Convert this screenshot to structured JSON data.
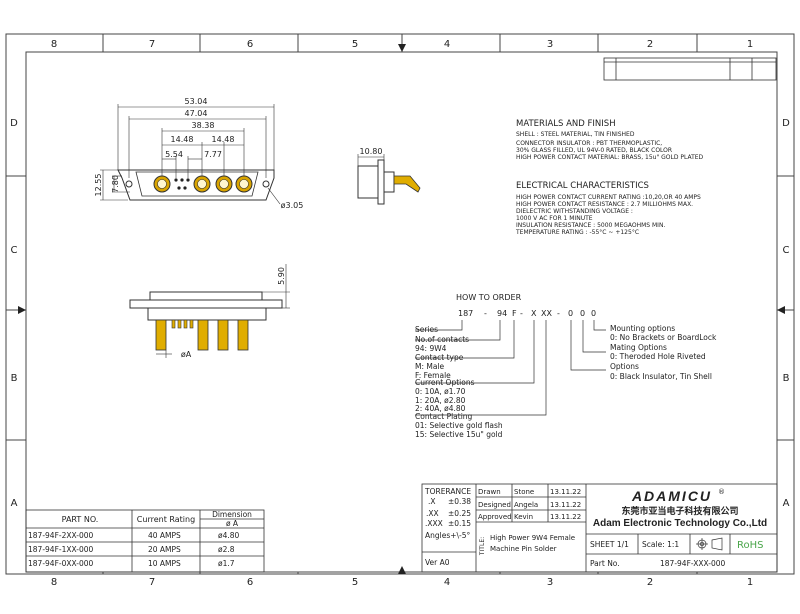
{
  "frame": {
    "cols_top": [
      "8",
      "7",
      "6",
      "5",
      "4",
      "3",
      "2",
      "1"
    ],
    "cols_bottom": [
      "8",
      "7",
      "6",
      "5",
      "4",
      "3",
      "2",
      "1"
    ],
    "rows_left": [
      "D",
      "C",
      "B",
      "A"
    ],
    "rows_right": [
      "D",
      "C",
      "B",
      "A"
    ]
  },
  "dimensions": {
    "d1": "53.04",
    "d2": "47.04",
    "d3": "38.38",
    "d4": "14.48",
    "d5": "14.48",
    "d6": "5.54",
    "d7": "7.77",
    "h1": "12.55",
    "h2": "7.80",
    "hole": "ø3.05",
    "side_w": "10.80",
    "height": "5.90",
    "pin": "øA"
  },
  "materials": {
    "title": "MATERIALS AND FINISH",
    "lines": [
      "SHELL : STEEL MATERIAL, TIN FINISHED",
      "CONNECTOR INSULATOR : PBT THERMOPLASTIC,",
      "30% GLASS FILLED, UL 94V-0 RATED, BLACK COLOR",
      "HIGH POWER CONTACT MATERIAL: BRASS, 15u\" GOLD PLATED"
    ]
  },
  "electrical": {
    "title": "ELECTRICAL CHARACTERISTICS",
    "lines": [
      "HIGH POWER CONTACT CURRENT RATING :10,20,OR 40 AMPS",
      "HIGH POWER CONTACT RESISTANCE : 2.7 MILLIOHMS MAX.",
      "DIELECTRIC WITHSTANDING VOLTAGE :",
      "   1000 V AC FOR 1 MINUTE",
      "INSULATION RESISTANCE : 5000 MEGAOHMS MIN.",
      "TEMPERATURE RATING : -55°C ~ +125°C"
    ]
  },
  "how_to_order": {
    "title": "HOW TO ORDER",
    "code": [
      "187",
      "-",
      "94",
      "F",
      "-",
      "X",
      "XX",
      "-",
      "0",
      "0",
      "0"
    ],
    "left_items": [
      "Series",
      "No.of contacts",
      "94: 9W4",
      "Contact type",
      "M: Male",
      "F: Female",
      "Current Options",
      "0: 10A, ø1.70",
      "1: 20A, ø2.80",
      "2: 40A, ø4.80",
      "Contact Plating",
      "01: Selective gold flash",
      "15: Selective 15u\" gold"
    ],
    "right_items": [
      "Mounting options",
      "0: No Brackets or BoardLock",
      "Mating Options",
      "0: Theroded Hole Riveted",
      "Options",
      "0: Black Insulator, Tin Shell"
    ]
  },
  "parts_table": {
    "headers": [
      "PART NO.",
      "Current Rating",
      "Dimension",
      "ø A"
    ],
    "rows": [
      [
        "187-94F-2XX-000",
        "40 AMPS",
        "ø4.80"
      ],
      [
        "187-94F-1XX-000",
        "20 AMPS",
        "ø2.8"
      ],
      [
        "187-94F-0XX-000",
        "10 AMPS",
        "ø1.7"
      ]
    ]
  },
  "title_block": {
    "tolerance_label": "TORERANCE",
    "tol": [
      [
        ".X",
        "±0.38"
      ],
      [
        ".XX",
        "±0.25"
      ],
      [
        ".XXX",
        "±0.15"
      ]
    ],
    "angles": "Angles+\\-5°",
    "ver": "Ver A0",
    "sign": [
      [
        "Drawn",
        "Stone",
        "13.11.22"
      ],
      [
        "Designed",
        "Angela",
        "13.11.22"
      ],
      [
        "Approved",
        "Kevin",
        "13.11.22"
      ]
    ],
    "title_label": "TITLE:",
    "title_lines": [
      "High Power 9W4 Female",
      "Machine Pin Solder"
    ],
    "brand": "ADAMICU",
    "reg": "®",
    "company_cn": "东莞市亚当电子科技有限公司",
    "company_en": "Adam Electronic Technology Co.,Ltd",
    "sheet": "SHEET  1/1",
    "scale": "Scale:  1:1",
    "rohs": "RoHS",
    "part_no_label": "Part No.",
    "part_no": "187-94F-XXX-000"
  }
}
